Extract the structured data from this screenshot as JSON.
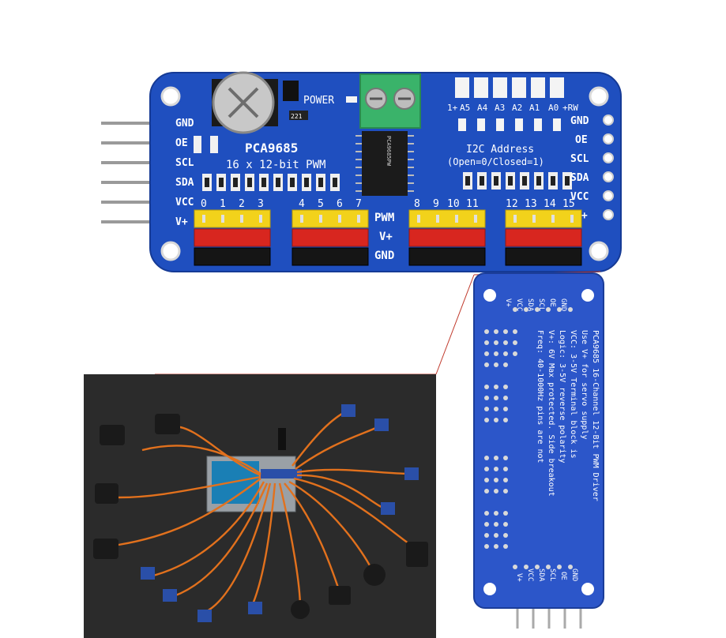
{
  "board": {
    "chip_name": "PCA9685",
    "subtitle": "16 x 12-bit PWM",
    "power_label": "POWER",
    "resistor_code": "221",
    "chip_marking": "PCA9685PW",
    "left_pins": [
      "GND",
      "OE",
      "SCL",
      "SDA",
      "VCC",
      "V+"
    ],
    "right_pins": [
      "GND",
      "OE",
      "SCL",
      "SDA",
      "VCC",
      "V+"
    ],
    "address_jumpers": [
      "1+",
      "A5",
      "A4",
      "A3",
      "A2",
      "A1",
      "A0",
      "+RW"
    ],
    "i2c_title": "I2C Address",
    "i2c_subtitle": "(Open=0/Closed=1)",
    "channel_numbers": [
      "0",
      "1",
      "2",
      "3",
      "4",
      "5",
      "6",
      "7",
      "8",
      "9",
      "10",
      "11",
      "12",
      "13",
      "14",
      "15"
    ],
    "row_labels": [
      "PWM",
      "V+",
      "GND"
    ],
    "colors": {
      "pcb": "#1f4fbf",
      "header_yellow": "#f2d21b",
      "header_red": "#d8261f",
      "header_black": "#151515",
      "terminal": "#3ab36a"
    }
  },
  "back_board": {
    "pins_top": [
      "V+",
      "VCC",
      "SDA",
      "SCL",
      "OE",
      "GND"
    ],
    "pins_bottom": [
      "V+",
      "VCC",
      "SDA",
      "SCL",
      "OE",
      "GND"
    ],
    "lines": [
      "PCA9685 16-Channel 12-Bit PWM Driver",
      "Use V+ for servo supply",
      "VCC:   3-5V   Terminal block is",
      "Logic: 3-5V   reverse polarity",
      "V+:    6V Max  protected. Side breakout",
      "Freq:  40-1000Hz   pins are not"
    ]
  },
  "photo": {
    "description_icon": "servo-array-photo",
    "colors": {
      "background": "#2b2b2b",
      "wire_orange": "#e2711d",
      "servo_black": "#1a1a1a",
      "servo_blue": "#2a4fa8"
    }
  }
}
